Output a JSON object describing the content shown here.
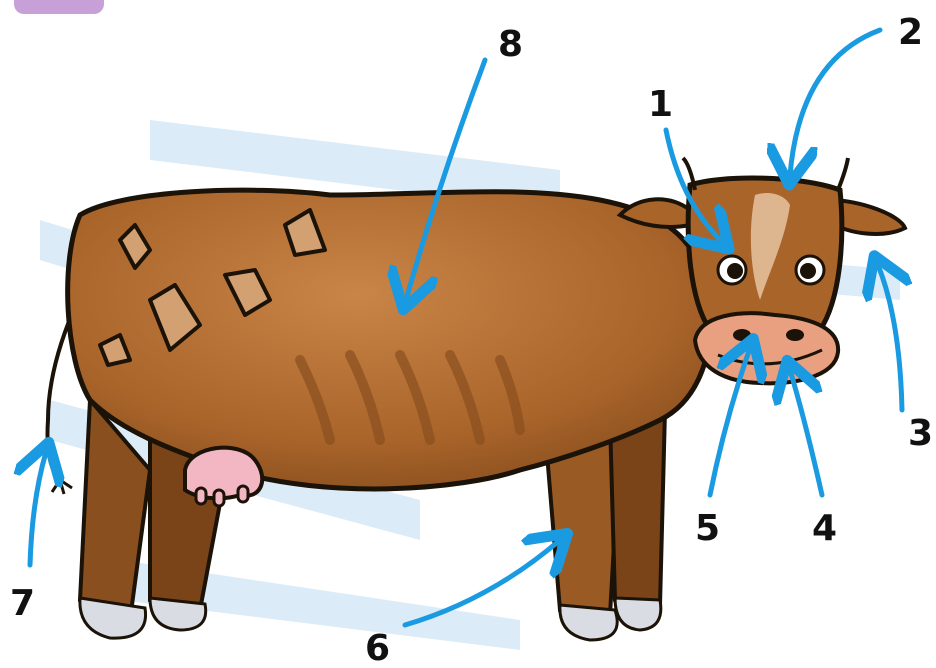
{
  "labels": [
    {
      "id": "1",
      "text": "1"
    },
    {
      "id": "2",
      "text": "2"
    },
    {
      "id": "3",
      "text": "3"
    },
    {
      "id": "4",
      "text": "4"
    },
    {
      "id": "5",
      "text": "5"
    },
    {
      "id": "6",
      "text": "6"
    },
    {
      "id": "7",
      "text": "7"
    },
    {
      "id": "8",
      "text": "8"
    }
  ],
  "colors": {
    "arrow": "#1a9ae0",
    "body": "#b06a2c",
    "body_shadow": "#8a4f1e",
    "spots": "#d2a071",
    "muzzle": "#e8a080",
    "udder": "#f2b7c2",
    "hooves": "#d9dde3",
    "outline": "#1b1208",
    "sky_streak": "#cfe6f6"
  }
}
